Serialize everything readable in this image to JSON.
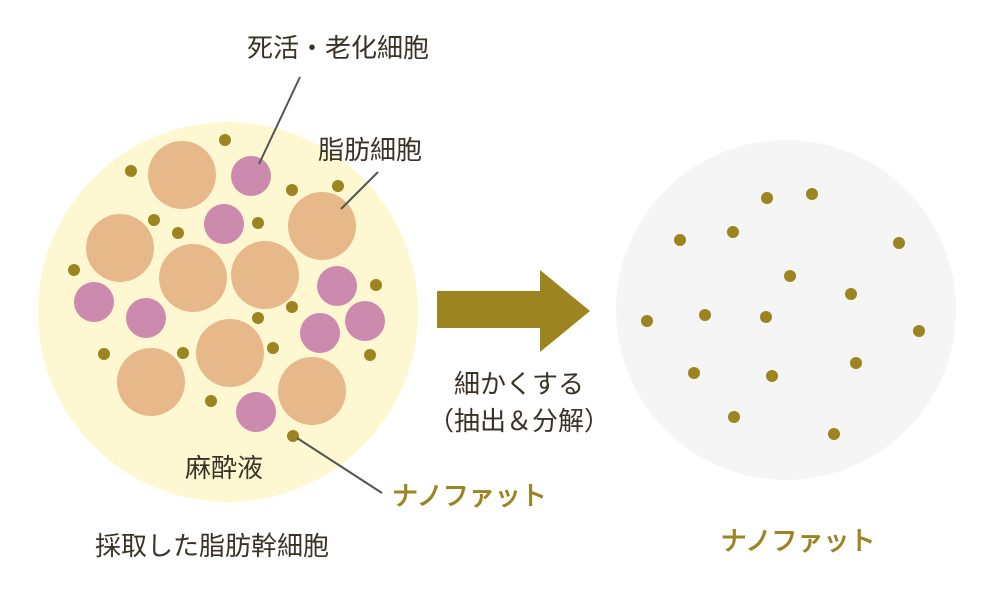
{
  "colors": {
    "yellow_bg": "#fdf8d2",
    "gray_bg": "#f4f5f4",
    "fat_cell": "#e7b98a",
    "dead_cell": "#cc8aae",
    "nanofat": "#9c8420",
    "arrow": "#9c8420",
    "leader_line": "#555555",
    "text": "#3a3226"
  },
  "labels": {
    "dead_aging_cells": "死活・老化細胞",
    "fat_cells": "脂肪細胞",
    "anesthetic": "麻酔液",
    "nanofat_callout": "ナノファット",
    "harvested": "採取した脂肪幹細胞",
    "process_line1": "細かくする",
    "process_line2": "（抽出＆分解）",
    "result": "ナノファット"
  }
}
